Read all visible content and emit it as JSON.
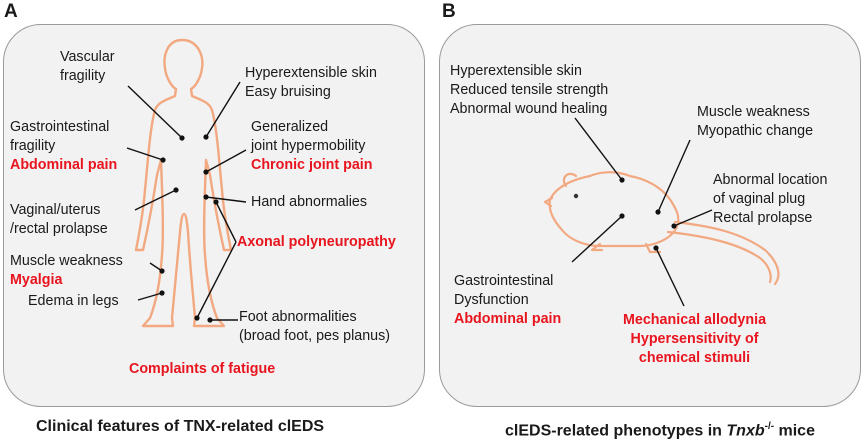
{
  "panel_a": {
    "letter": "A",
    "labels": {
      "vascular": [
        "Vascular",
        "fragility"
      ],
      "skin": [
        "Hyperextensible skin",
        "Easy bruising"
      ],
      "gi": [
        "Gastrointestinal",
        "fragility"
      ],
      "gi_red": "Abdominal pain",
      "joint": [
        "Generalized",
        "joint hypermobility"
      ],
      "joint_red": "Chronic joint pain",
      "hand": "Hand abnormalies",
      "vaginal": [
        "Vaginal/uterus",
        "/rectal prolapse"
      ],
      "axonal_red": "Axonal polyneuropathy",
      "muscle": "Muscle weakness",
      "muscle_red": "Myalgia",
      "edema": "Edema in legs",
      "foot": [
        "Foot abnormalities",
        "(broad foot, pes planus)"
      ],
      "fatigue_red": "Complaints of fatigue"
    },
    "caption": "Clinical features of TNX-related clEDS"
  },
  "panel_b": {
    "letter": "B",
    "labels": {
      "skin": [
        "Hyperextensible skin",
        "Reduced tensile strength",
        "Abnormal wound healing"
      ],
      "muscle": [
        "Muscle weakness",
        "Myopathic change"
      ],
      "vaginal": [
        "Abnormal location",
        "of vaginal plug",
        "Rectal prolapse"
      ],
      "gi": [
        "Gastrointestinal",
        "Dysfunction"
      ],
      "gi_red": "Abdominal pain",
      "mech_red": [
        "Mechanical allodynia",
        "Hypersensitivity of",
        "chemical stimuli"
      ]
    },
    "caption_prefix": "clEDS-related phenotypes in ",
    "caption_gene": "Tnxb",
    "caption_superscript": "-/-",
    "caption_suffix": " mice"
  },
  "colors": {
    "highlight_red": "#e8141e",
    "outline_orange": "#f2a880",
    "panel_fill": "#f2f2f2",
    "panel_border": "#9a9a9a"
  }
}
